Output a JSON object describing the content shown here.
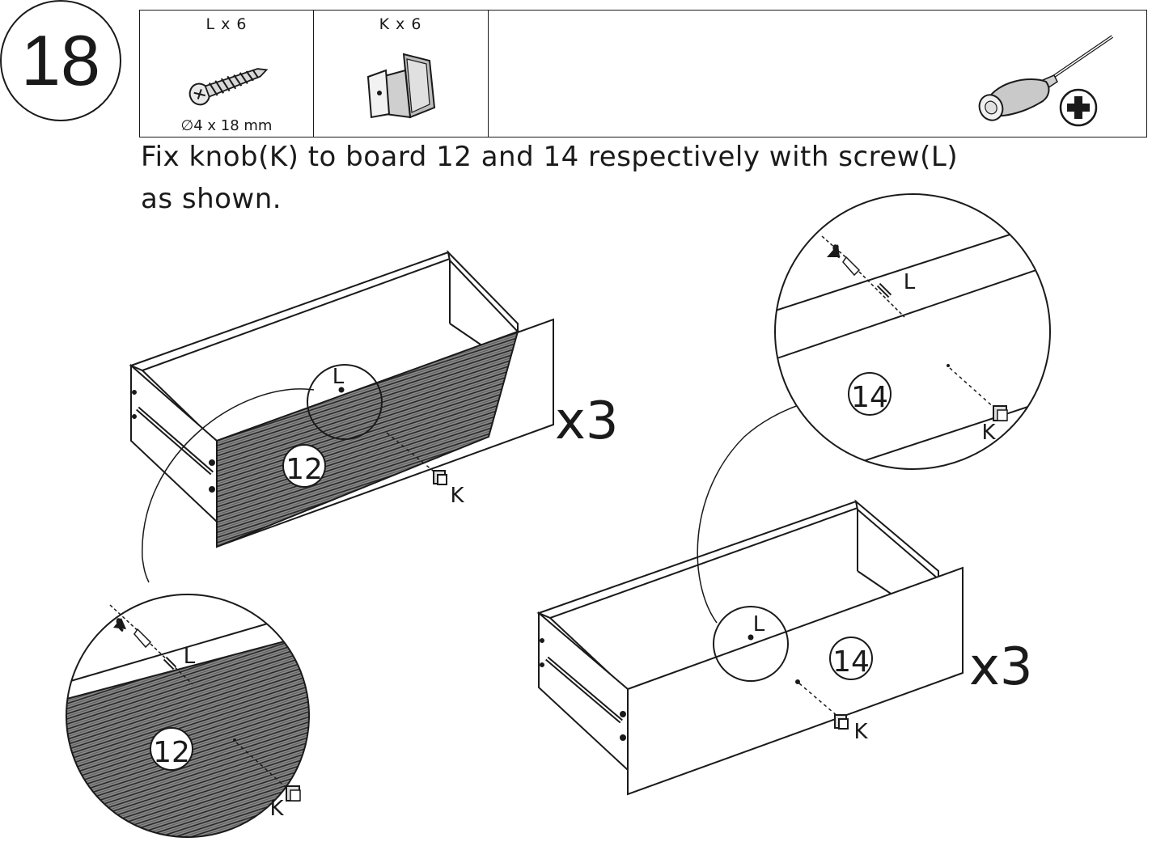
{
  "step": {
    "number": "18"
  },
  "parts": {
    "screw": {
      "label": "L x 6",
      "size": "4 x 18 mm",
      "diameter_symbol": "∅"
    },
    "knob": {
      "label": "K x 6"
    },
    "tool": {
      "icon": "phillips-screwdriver-icon"
    }
  },
  "instruction": {
    "line1": "Fix knob(K) to board 12 and 14 respectively with screw(L)",
    "line2": "as shown."
  },
  "drawer_a": {
    "board": "12",
    "multiplier": "x3",
    "screw_label": "L",
    "knob_label": "K"
  },
  "detail_a": {
    "board": "12",
    "screw_label": "L",
    "knob_label": "K"
  },
  "drawer_b": {
    "board": "14",
    "multiplier": "x3",
    "screw_label": "L",
    "knob_label": "K"
  },
  "detail_b": {
    "board": "14",
    "screw_label": "L",
    "knob_label": "K"
  }
}
